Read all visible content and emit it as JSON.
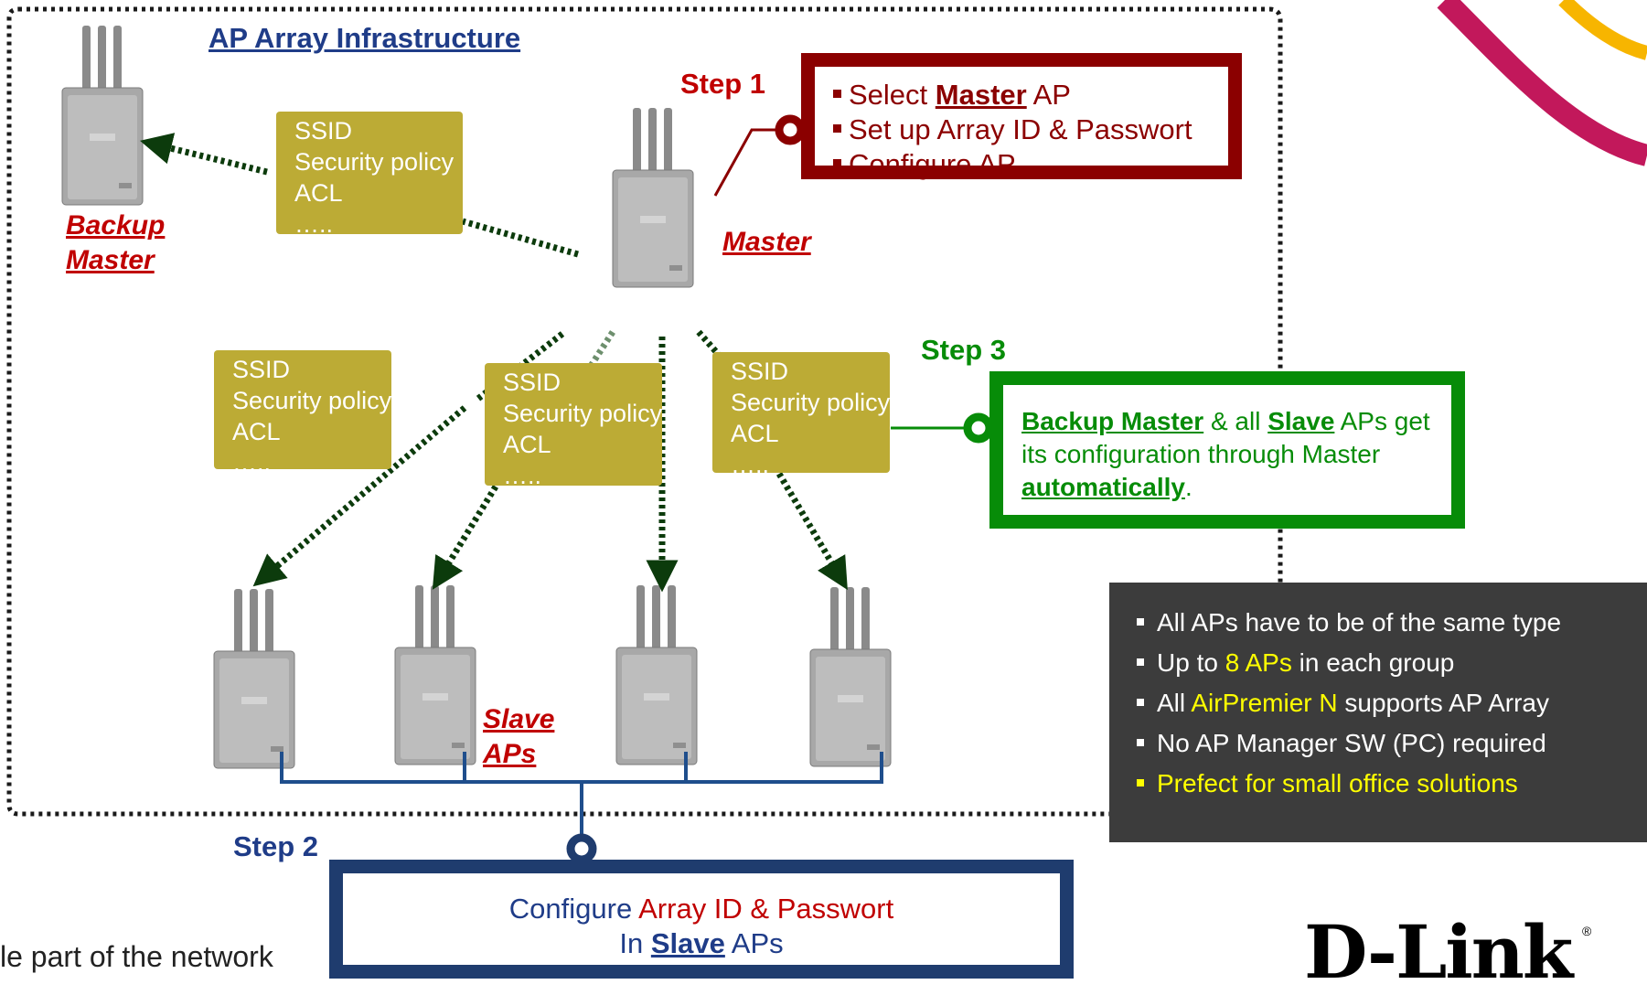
{
  "title": "AP Array Infrastructure",
  "steps": {
    "step1": {
      "label": "Step 1",
      "items": [
        {
          "pre": "Select ",
          "bold": "Master",
          "post": " AP"
        },
        {
          "text": "Set up Array ID & Passwort"
        },
        {
          "text": "Configure AP"
        }
      ]
    },
    "step2": {
      "label": "Step 2",
      "line1_pre": "Configure ",
      "line1_red": "Array ID & Passwort",
      "line2_pre": "In ",
      "line2_bold": "Slave",
      "line2_post": " APs"
    },
    "step3": {
      "label": "Step 3",
      "bold1": "Backup Master",
      "mid1": " & all ",
      "bold2": "Slave",
      "mid2": " APs get its configuration through Master ",
      "bold3": "automatically",
      "end": "."
    }
  },
  "nodes": {
    "backup_master": [
      "Backup",
      "Master"
    ],
    "master": "Master",
    "slave": [
      "Slave",
      "APs"
    ]
  },
  "config_cards": [
    {
      "lines": [
        "SSID",
        "Security policy",
        "ACL",
        "….."
      ]
    },
    {
      "lines": [
        "SSID",
        "Security policy",
        "ACL",
        "….."
      ]
    },
    {
      "lines": [
        "SSID",
        "Security policy",
        "ACL",
        "….."
      ]
    },
    {
      "lines": [
        "SSID",
        "Security policy",
        "ACL",
        "….."
      ]
    }
  ],
  "features": {
    "item1": "All APs have to be of the same type",
    "item2_pre": "Up to ",
    "item2_hl": "8 APs",
    "item2_post": " in each group",
    "item3_pre": "All ",
    "item3_hl": "AirPremier N",
    "item3_post": " supports AP Array",
    "item4": "No AP Manager SW (PC) required",
    "item5": "Prefect for small office solutions"
  },
  "brand": {
    "logo": "D-Link",
    "reg": "®"
  },
  "footer_fragment": "le part of the network",
  "colors": {
    "step1": "#8b0000",
    "step3": "#078c08",
    "step2": "#1f3c6e",
    "card": "#bcab35",
    "label_red": "#c00000",
    "panel": "#3c3c3c",
    "highlight": "#ffff00"
  },
  "icons": [
    "access-point-device-icon",
    "connector-circle-icon",
    "arrow-head-icon"
  ]
}
